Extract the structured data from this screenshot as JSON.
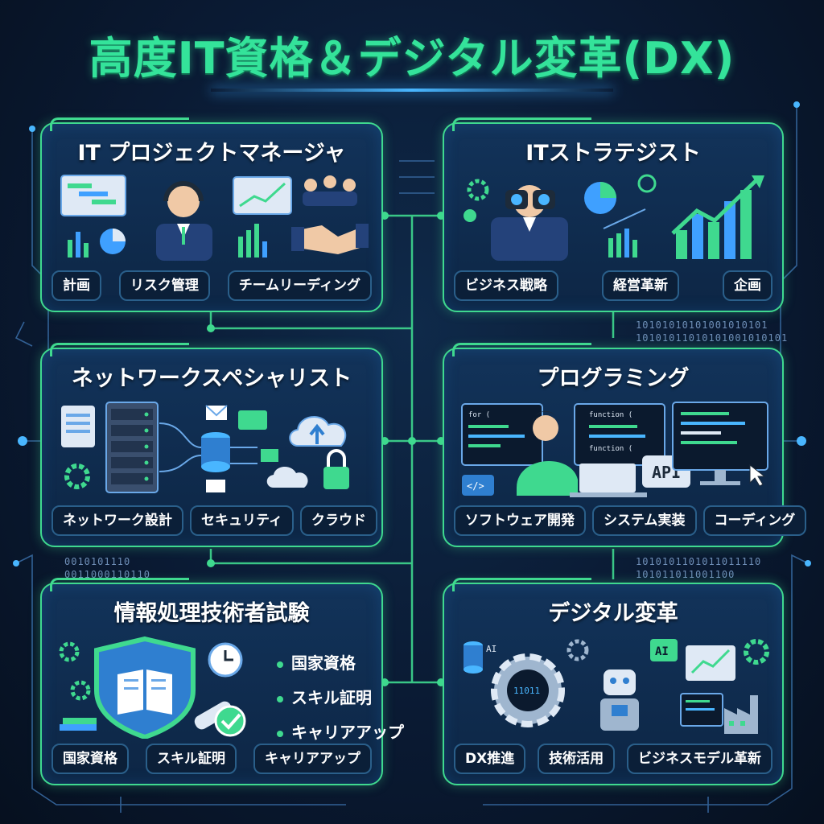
{
  "title": "高度IT資格＆デジタル変革(DX)",
  "colors": {
    "accent": "#3fd98f",
    "background": "#0a1a33",
    "panel": "#12335a",
    "blue": "#49b6ff"
  },
  "panels": {
    "pm": {
      "title": "IT プロジェクトマネージャ",
      "tags": [
        "計画",
        "リスク管理",
        "チームリーディング"
      ]
    },
    "strategist": {
      "title": "ITストラテジスト",
      "tags": [
        "ビジネス戦略",
        "経営革新",
        "企画"
      ]
    },
    "network": {
      "title": "ネットワークスペシャリスト",
      "tags": [
        "ネットワーク設計",
        "セキュリティ",
        "クラウド"
      ]
    },
    "programming": {
      "title": "プログラミング",
      "tags": [
        "ソフトウェア開発",
        "システム実装",
        "コーディング"
      ],
      "code_label_1": "for (",
      "code_label_2": "function (",
      "code_label_3": "function (",
      "code_symbol": "</>",
      "api_label": "API"
    },
    "exam": {
      "title": "情報処理技術者試験",
      "bullets": [
        "国家資格",
        "スキル証明",
        "キャリアアップ"
      ],
      "tags": [
        "国家資格",
        "スキル証明",
        "キャリアアップ"
      ]
    },
    "dx": {
      "title": "デジタル変革",
      "tags": [
        "DX推進",
        "技術活用",
        "ビジネスモデル革新"
      ],
      "ai_label": "AI",
      "gear_code": "11011"
    }
  },
  "binary_texts": {
    "right_1": "10101010101001010101",
    "right_2": "10101011010101001010101",
    "left_1": "0010101110",
    "left_2": "0011000110110",
    "right_3": "1010101101011011110",
    "right_4": "101011011001100"
  },
  "icons": [
    "gantt-chart-icon",
    "headset-manager-icon",
    "handshake-icon",
    "binoculars-icon",
    "bar-chart-icon",
    "server-icon",
    "cloud-icon",
    "lock-icon",
    "laptop-icon",
    "shield-book-icon",
    "clock-icon",
    "gear-icon",
    "robot-icon",
    "factory-icon"
  ]
}
